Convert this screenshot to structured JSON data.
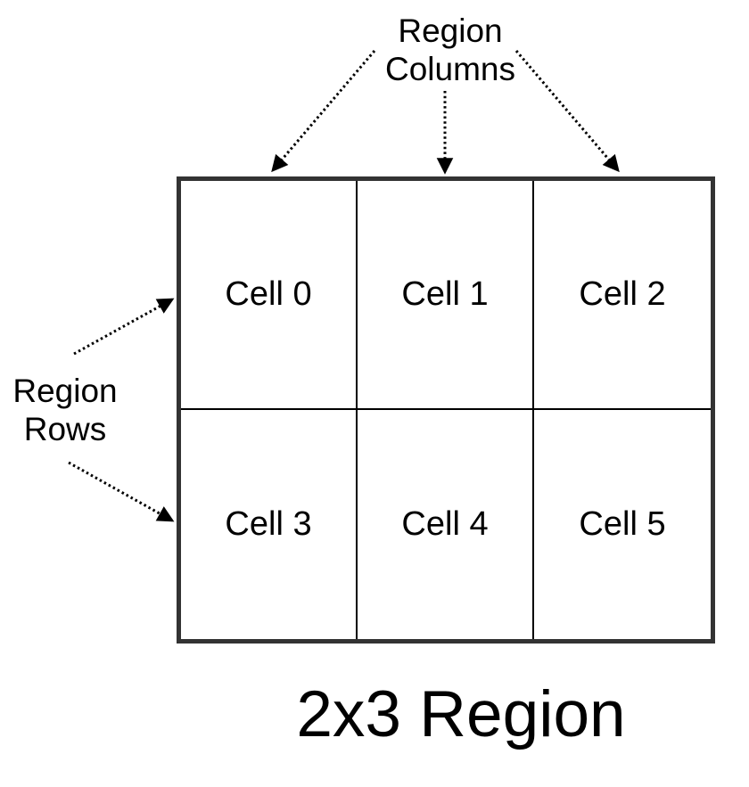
{
  "diagram": {
    "title": "2x3 Region",
    "columns_label": "Region\nColumns",
    "rows_label": "Region\nRows",
    "grid": {
      "rows": 2,
      "cols": 3,
      "cells": [
        "Cell 0",
        "Cell 1",
        "Cell 2",
        "Cell 3",
        "Cell 4",
        "Cell 5"
      ]
    },
    "colors": {
      "background": "#ffffff",
      "text": "#000000",
      "arrow": "#000000",
      "outer_border": "#333333",
      "inner_line": "#000000"
    }
  }
}
